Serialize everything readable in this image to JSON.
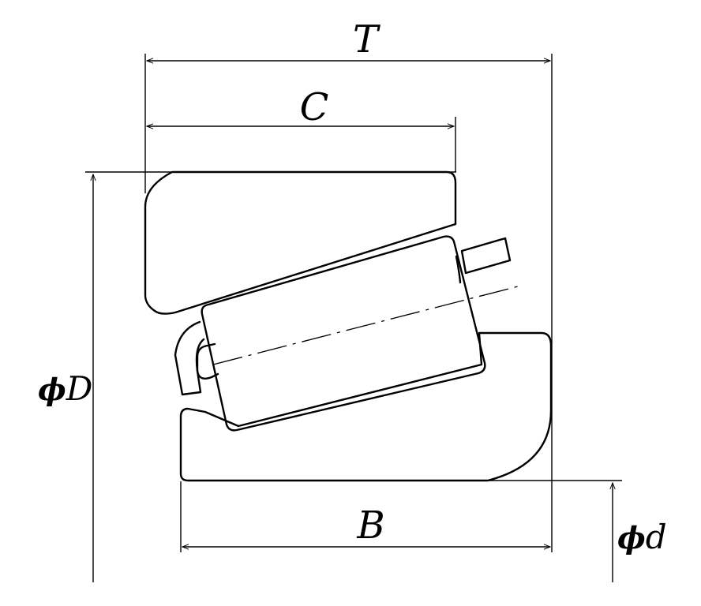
{
  "labels": {
    "T": "T",
    "C": "C",
    "B": "B",
    "D": "D",
    "d": "d",
    "phi": "ϕ"
  }
}
